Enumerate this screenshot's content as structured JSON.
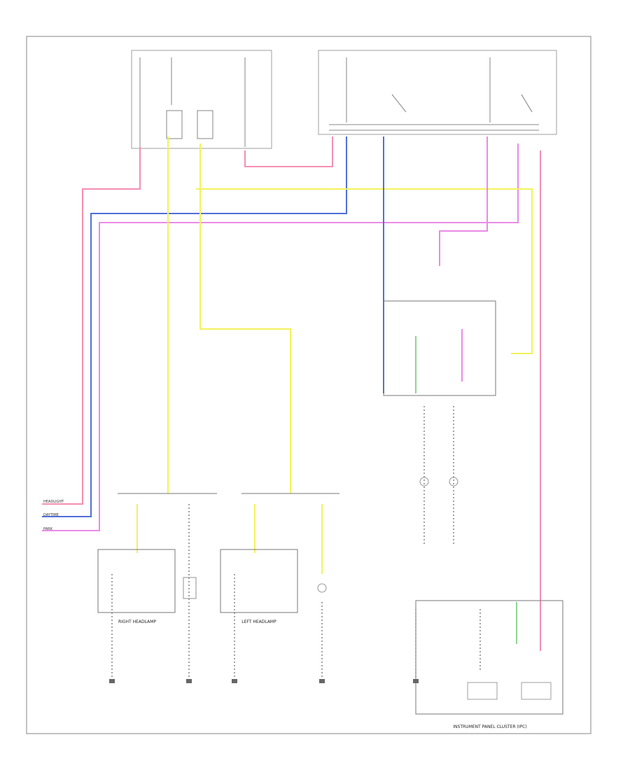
{
  "diagram": {
    "border_text": "",
    "footer_code": "",
    "notes": [
      "",
      ""
    ],
    "ground_labels": {
      "headlight": "HEADLIGHT",
      "daytime": "DAYTIME",
      "park": "PARK"
    },
    "module_labels": {
      "right_headlamp": "RIGHT HEADLAMP",
      "left_headlamp": "LEFT HEADLAMP",
      "instrument_cluster": "INSTRUMENT PANEL CLUSTER (IPC)"
    },
    "fog_note": "",
    "colors": {
      "pink": "#f48fb1",
      "blue": "#4f6fd8",
      "yellow": "#f2f25a",
      "magenta": "#e98ae6",
      "green": "#8fd48f",
      "frame": "#9a9a9a"
    }
  }
}
